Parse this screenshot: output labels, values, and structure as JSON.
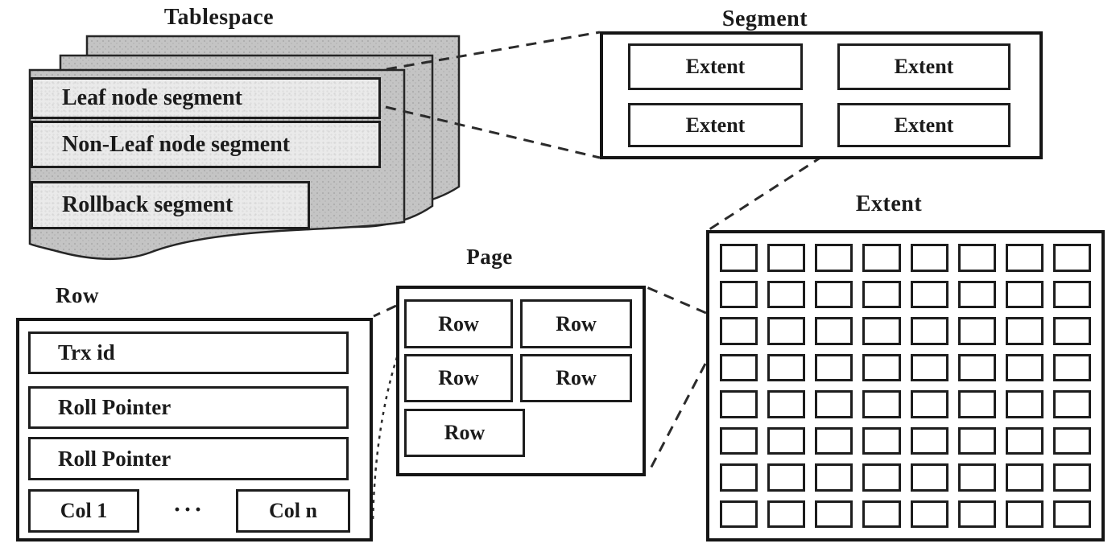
{
  "diagram": {
    "tablespace": {
      "title": "Tablespace",
      "layers": [
        "Leaf node segment",
        "Non-Leaf node segment",
        "Rollback segment"
      ]
    },
    "segment": {
      "title": "Segment",
      "extents": [
        "Extent",
        "Extent",
        "Extent",
        "Extent"
      ]
    },
    "extent": {
      "title": "Extent",
      "grid": {
        "rows": 8,
        "cols": 8
      }
    },
    "page": {
      "title": "Page",
      "rows": [
        "Row",
        "Row",
        "Row",
        "Row",
        "Row"
      ]
    },
    "row": {
      "title": "Row",
      "fields": [
        "Trx id",
        "Roll Pointer",
        "Roll Pointer"
      ],
      "columns": [
        "Col 1",
        "···",
        "Col n"
      ]
    }
  },
  "colors": {
    "ink": "#1b1b1b",
    "sheet": "#c3c3c3",
    "sheet_light": "#eaeaea",
    "background": "#ffffff"
  }
}
